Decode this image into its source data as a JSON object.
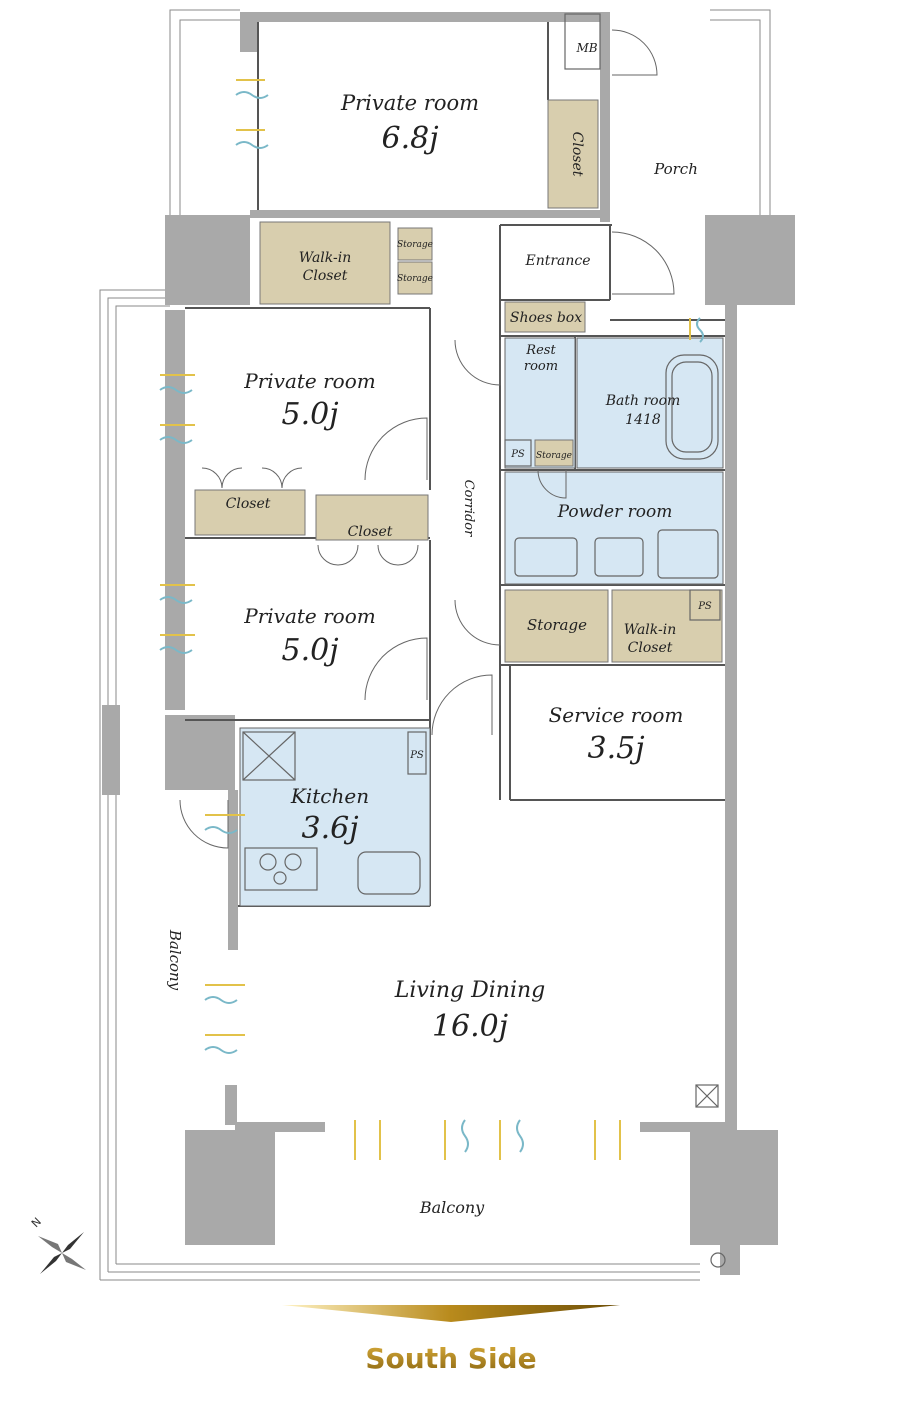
{
  "colors": {
    "wall": "#a9a9a9",
    "storage_fill": "#d8ceae",
    "wet_fill": "#d6e7f3",
    "gold": "#b88a1c"
  },
  "rooms": {
    "private_room_top": {
      "label": "Private room",
      "size": "6.8j"
    },
    "closet_top": {
      "label": "Closet"
    },
    "mb": {
      "label": "MB"
    },
    "porch": {
      "label": "Porch"
    },
    "walkin_closet_1": {
      "label_line1": "Walk-in",
      "label_line2": "Closet"
    },
    "storage_small_1": {
      "label": "Storage"
    },
    "storage_small_2": {
      "label": "Storage"
    },
    "entrance": {
      "label": "Entrance"
    },
    "shoes_box": {
      "label": "Shoes box"
    },
    "rest_room": {
      "label_line1": "Rest",
      "label_line2": "room"
    },
    "bath_room": {
      "label_line1": "Bath room",
      "label_line2": "1418"
    },
    "private_room_2": {
      "label": "Private room",
      "size": "5.0j"
    },
    "closet_left": {
      "label": "Closet"
    },
    "closet_mid": {
      "label": "Closet"
    },
    "ps_1": {
      "label": "PS"
    },
    "storage_rest": {
      "label": "Storage"
    },
    "corridor": {
      "label": "Corridor"
    },
    "powder_room": {
      "label": "Powder room"
    },
    "private_room_3": {
      "label": "Private room",
      "size": "5.0j"
    },
    "storage_large": {
      "label": "Storage"
    },
    "walkin_closet_2": {
      "label_line1": "Walk-in",
      "label_line2": "Closet"
    },
    "ps_2": {
      "label": "PS"
    },
    "service_room": {
      "label": "Service room",
      "size": "3.5j"
    },
    "ps_3": {
      "label": "PS"
    },
    "kitchen": {
      "label": "Kitchen",
      "size": "3.6j"
    },
    "balcony_west": {
      "label": "Balcony"
    },
    "living_dining": {
      "label": "Living Dining",
      "size": "16.0j"
    },
    "balcony_south": {
      "label": "Balcony"
    }
  },
  "compass": {
    "label": "N"
  },
  "orientation": {
    "label": "South Side"
  }
}
